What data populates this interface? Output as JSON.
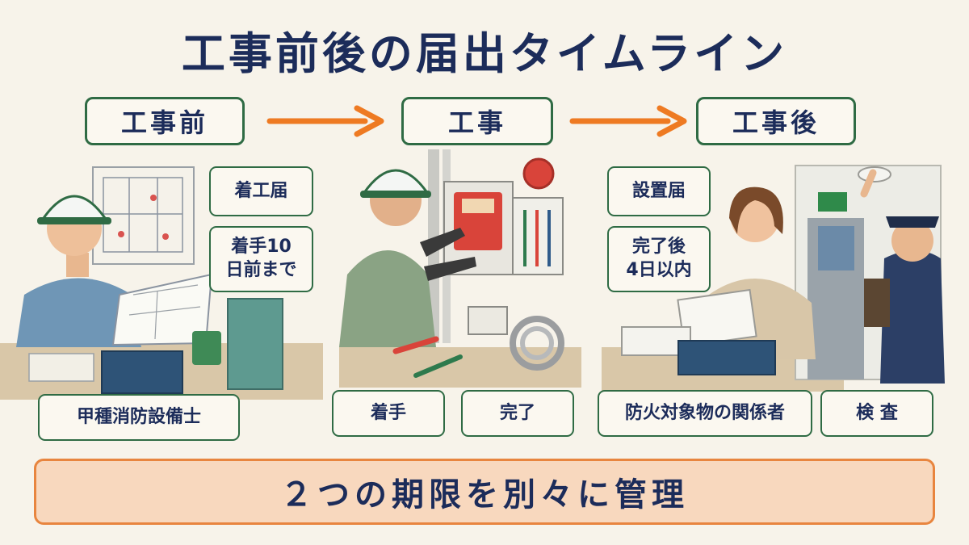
{
  "title": "工事前後の届出タイムライン",
  "phases": [
    {
      "label": "工事前"
    },
    {
      "label": "工事"
    },
    {
      "label": "工事後"
    }
  ],
  "before": {
    "notice": "着工届",
    "deadline_line1": "着手10",
    "deadline_line2": "日前まで",
    "role": "甲種消防設備士"
  },
  "during": {
    "start": "着手",
    "finish": "完了"
  },
  "after": {
    "notice": "設置届",
    "deadline_line1": "完了後",
    "deadline_line2": "4日以内",
    "role": "防火対象物の関係者",
    "inspection": "検 査"
  },
  "banner": "２つの期限を別々に管理",
  "colors": {
    "accent_arrow": "#ee7a22",
    "box_border": "#2f6b44",
    "title_text": "#1c2c5a",
    "banner_fill": "#f8d8be",
    "banner_border": "#e8853f"
  }
}
